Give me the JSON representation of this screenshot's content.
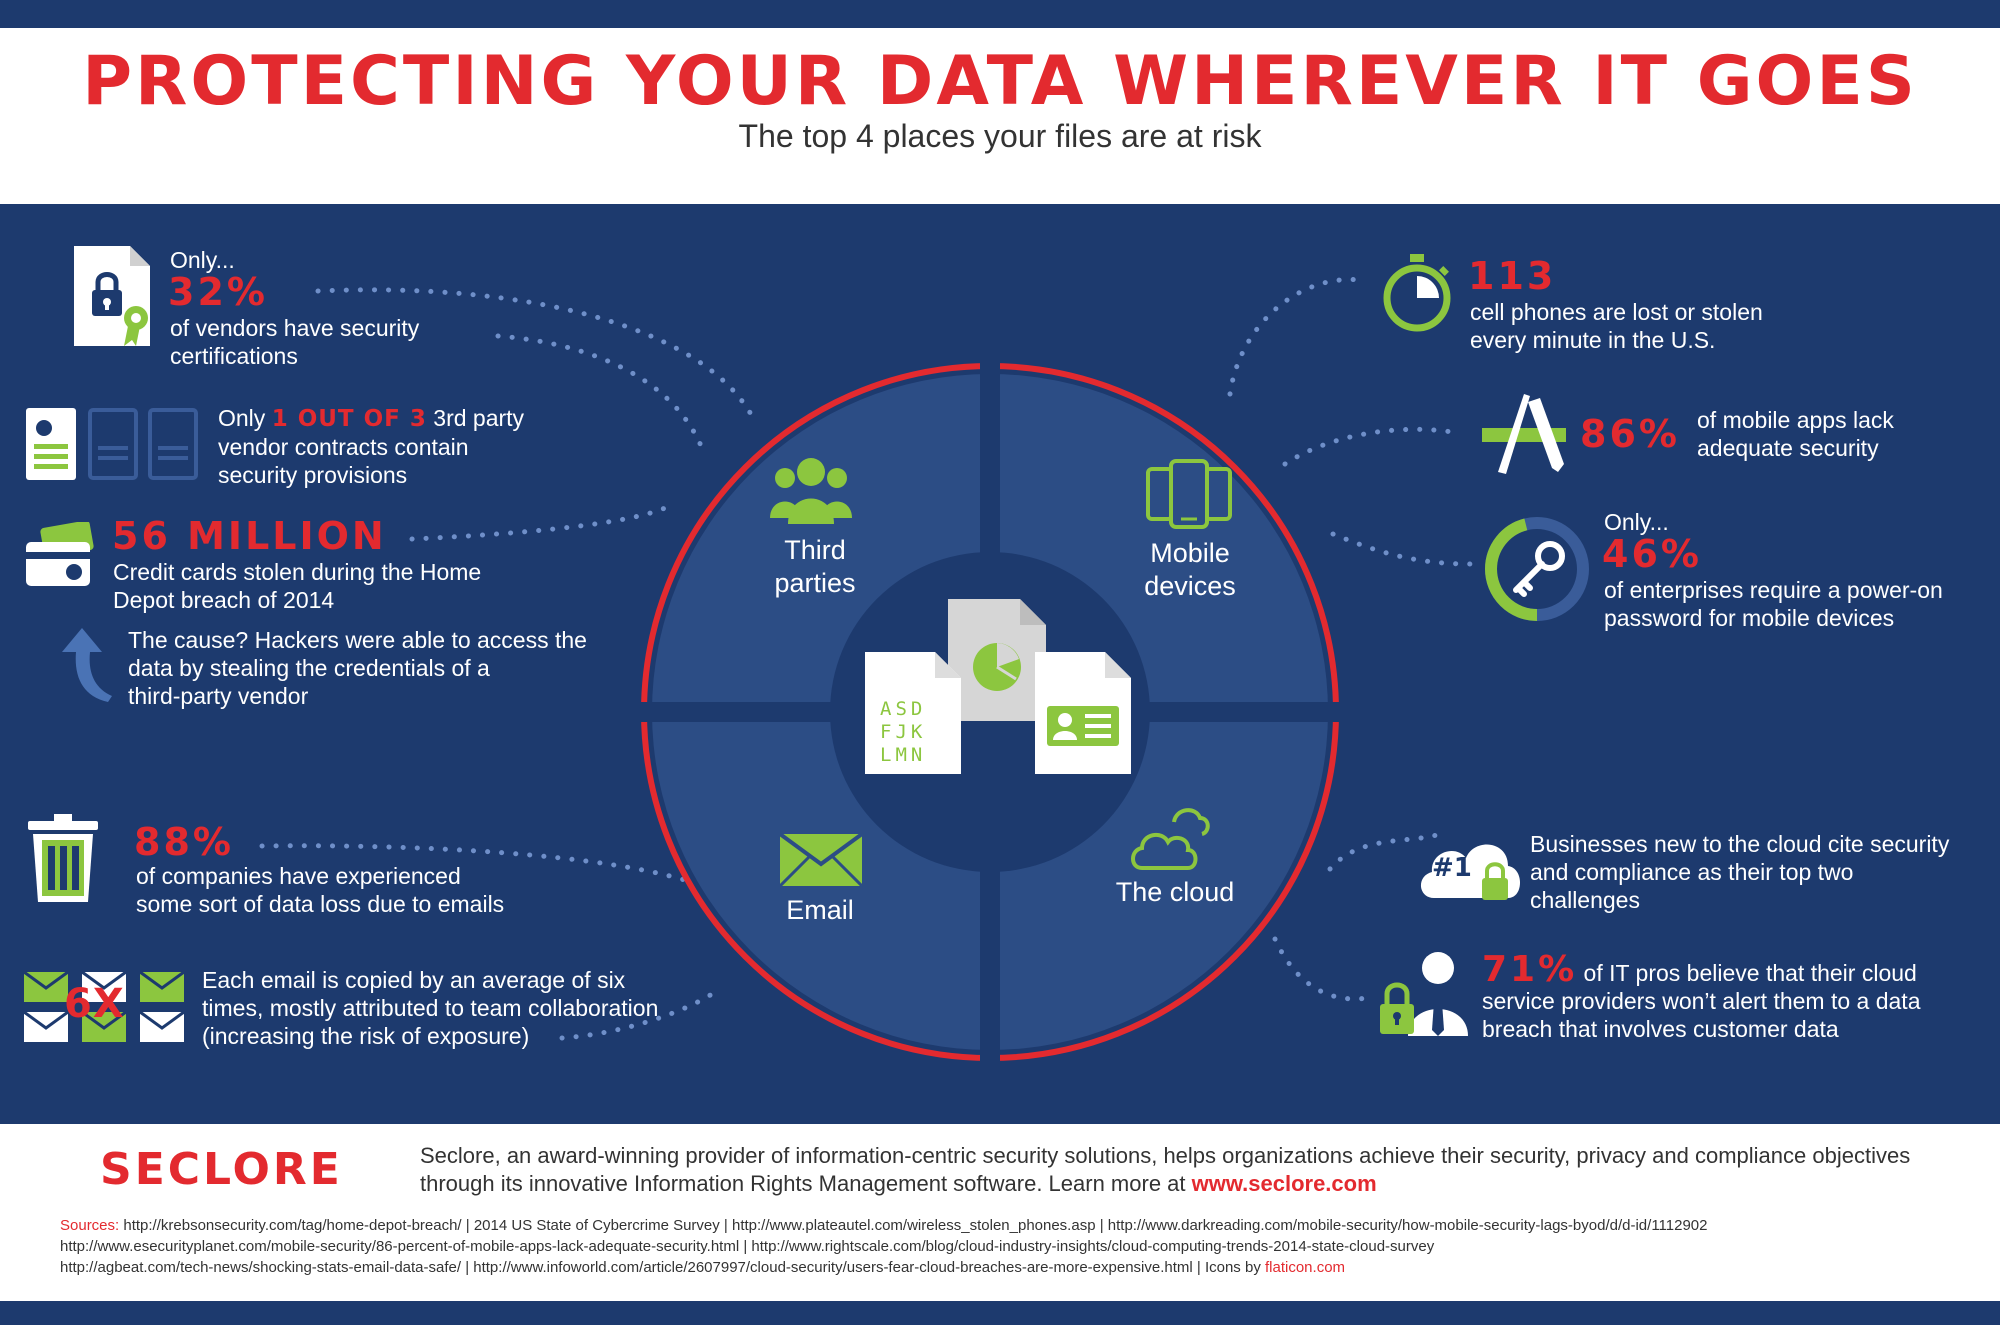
{
  "header": {
    "title": "PROTECTING YOUR DATA WHEREVER IT GOES",
    "subtitle": "The top 4 places your files are at risk"
  },
  "colors": {
    "navy": "#1d3a6e",
    "red": "#e32a2f",
    "green": "#8cc63f",
    "panel": "#2c4d85"
  },
  "wheel": {
    "q1_line1": "Third",
    "q1_line2": "parties",
    "q2_line1": "Mobile",
    "q2_line2": "devices",
    "q3": "Email",
    "q4": "The cloud",
    "doc_letters": [
      "ASD",
      "FJK",
      "LMN"
    ]
  },
  "third_parties": {
    "stat1_only": "Only...",
    "stat1_value": "32%",
    "stat1_line1": "of vendors have security",
    "stat1_line2": "certifications",
    "stat2_pre": "Only ",
    "stat2_value": "1 OUT OF 3",
    "stat2_post": " 3rd party",
    "stat2_line2": "vendor contracts contain",
    "stat2_line3": "security provisions",
    "stat3_value": "56 MILLION",
    "stat3_line1": "Credit cards stolen during the Home",
    "stat3_line2": "Depot breach of 2014",
    "cause_line1": "The cause? Hackers were able to access the",
    "cause_line2": "data by stealing the credentials of a",
    "cause_line3": "third-party vendor"
  },
  "mobile": {
    "stat1_value": "113",
    "stat1_line1": "cell phones are lost or stolen",
    "stat1_line2": "every minute in the U.S.",
    "stat2_value": "86%",
    "stat2_line1": "of mobile apps lack",
    "stat2_line2": "adequate security",
    "stat3_only": "Only...",
    "stat3_value": "46%",
    "stat3_line1": "of enterprises require a power-on",
    "stat3_line2": "password for mobile devices",
    "stat3_ring_fraction": 0.46
  },
  "email": {
    "stat1_value": "88%",
    "stat1_line1": "of companies have experienced",
    "stat1_line2": "some sort of data loss due to emails",
    "copies_badge": "6X",
    "stat2_line1": "Each email is copied by an average of six",
    "stat2_line2": "times, mostly attributed to team collaboration",
    "stat2_line3": "(increasing the risk of exposure)"
  },
  "cloud": {
    "badge": "#1",
    "stat1_line1": "Businesses new to the cloud cite security",
    "stat1_line2": "and compliance as their top two",
    "stat1_line3": "challenges",
    "stat2_value": "71%",
    "stat2_line1": " of IT pros believe that their cloud",
    "stat2_line2": "service providers won’t alert them to a data",
    "stat2_line3": "breach that involves customer data"
  },
  "footer": {
    "logo": "SECLORE",
    "about": "Seclore, an award-winning provider of information-centric security solutions, helps organizations achieve their security, privacy and compliance objectives through its innovative Information Rights Management software. Learn more at ",
    "link": "www.seclore.com",
    "sources_label": "Sources:",
    "sources_line1": " http://krebsonsecurity.com/tag/home-depot-breach/ | 2014 US State of Cybercrime Survey | http://www.plateautel.com/wireless_stolen_phones.asp | http://www.darkreading.com/mobile-security/how-mobile-security-lags-byod/d/d-id/1112902",
    "sources_line2": "http://www.esecurityplanet.com/mobile-security/86-percent-of-mobile-apps-lack-adequate-security.html | http://www.rightscale.com/blog/cloud-industry-insights/cloud-computing-trends-2014-state-cloud-survey",
    "sources_line3": "http://agbeat.com/tech-news/shocking-stats-email-data-safe/ | http://www.infoworld.com/article/2607997/cloud-security/users-fear-cloud-breaches-are-more-expensive.html | Icons by ",
    "icons_credit": "flaticon.com"
  }
}
